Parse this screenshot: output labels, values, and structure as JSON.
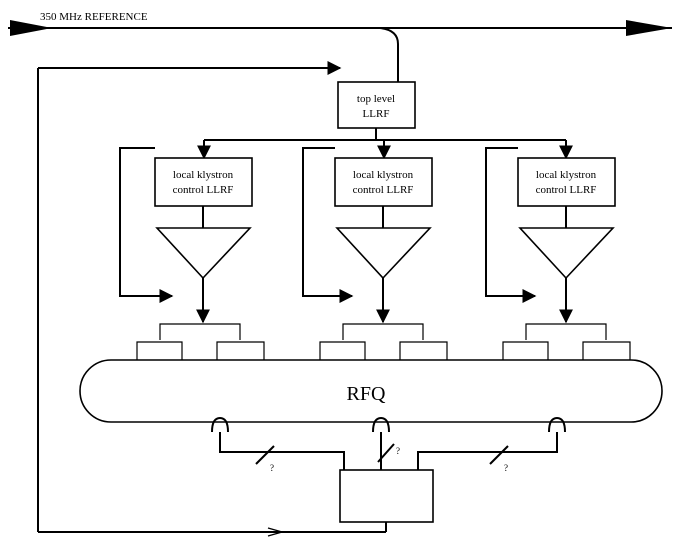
{
  "reference_label": "350 MHz REFERENCE",
  "top_llrf": {
    "line1": "top level",
    "line2": "LLRF"
  },
  "klystrons": [
    {
      "line1": "local klystron",
      "line2": "control LLRF"
    },
    {
      "line1": "local klystron",
      "line2": "control LLRF"
    },
    {
      "line1": "local klystron",
      "line2": "control LLRF"
    }
  ],
  "rfq_label": "RFQ",
  "pickup_marks": [
    "?",
    "?",
    "?"
  ]
}
